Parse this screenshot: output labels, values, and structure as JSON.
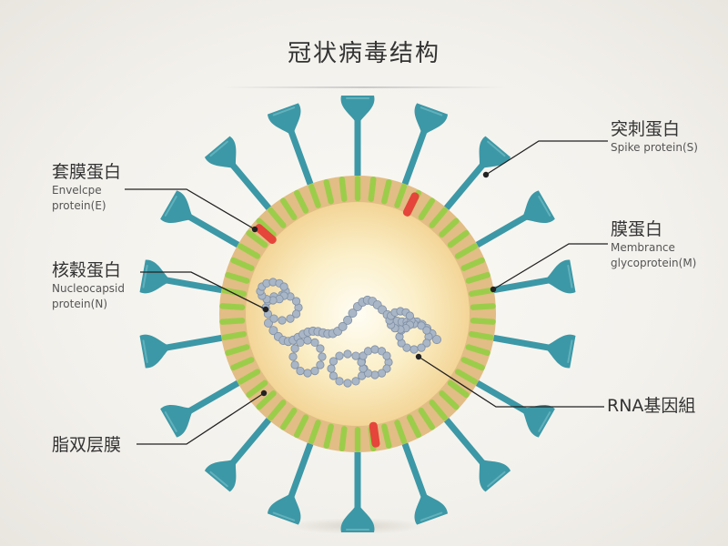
{
  "title": "冠状病毒结构",
  "labels": {
    "envelope": {
      "zh": "套膜蛋白",
      "en_line1": "Envelcpe",
      "en_line2": "protein(E)"
    },
    "nucleocapsid": {
      "zh": "核穀蛋白",
      "en_line1": "Nucleocapsid",
      "en_line2": "protein(N)"
    },
    "lipid_bilayer": {
      "zh": "脂双层膜"
    },
    "spike": {
      "zh": "突刺蛋白",
      "en_line1": "Spike protein(S)"
    },
    "membrane": {
      "zh": "膜蛋白",
      "en_line1": "Membrance",
      "en_line2": "glycoprotein(M)"
    },
    "rna": {
      "zh": "RNA基因組"
    }
  },
  "colors": {
    "spike": "#3c98a6",
    "membrane_protein": "#9ccd4a",
    "envelope_protein": "#e5453a",
    "lipid_membrane": "#e2bd85",
    "virus_core": "#fbeec4",
    "rna_beads": "#a9b6c7",
    "leader_lines": "#222222"
  }
}
